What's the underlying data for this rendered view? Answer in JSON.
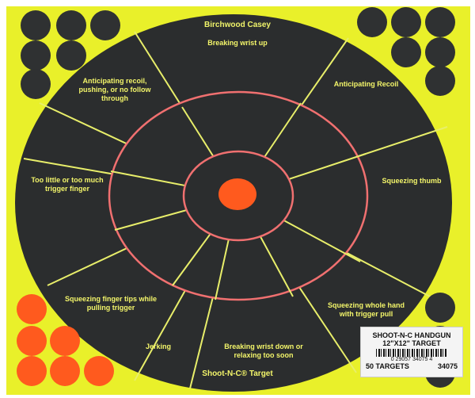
{
  "brand_top": "Birchwood Casey",
  "brand_bottom": "Shoot-N-C® Target",
  "labels": {
    "top": "Breaking wrist up",
    "top_right": "Anticipating Recoil",
    "right": "Squeezing thumb",
    "bottom_right": "Squeezing whole hand with trigger pull",
    "bottom": "Breaking wrist down or relaxing too soon",
    "bottom_left2": "Jerking",
    "bottom_left": "Squeezing finger tips while pulling trigger",
    "left": "Too little or too much trigger finger",
    "top_left": "Anticipating recoil, pushing, or no follow through"
  },
  "price_tag": {
    "line1": "SHOOT-N-C HANDGUN",
    "line2": "12\"X12\" TARGET",
    "barcode": "0 29057 34075 4",
    "count": "50 TARGETS",
    "sku": "34075"
  },
  "colors": {
    "yellow": "#e9f02a",
    "black": "#2b2d2e",
    "red": "#f07070",
    "orange": "#ff5a1e"
  }
}
